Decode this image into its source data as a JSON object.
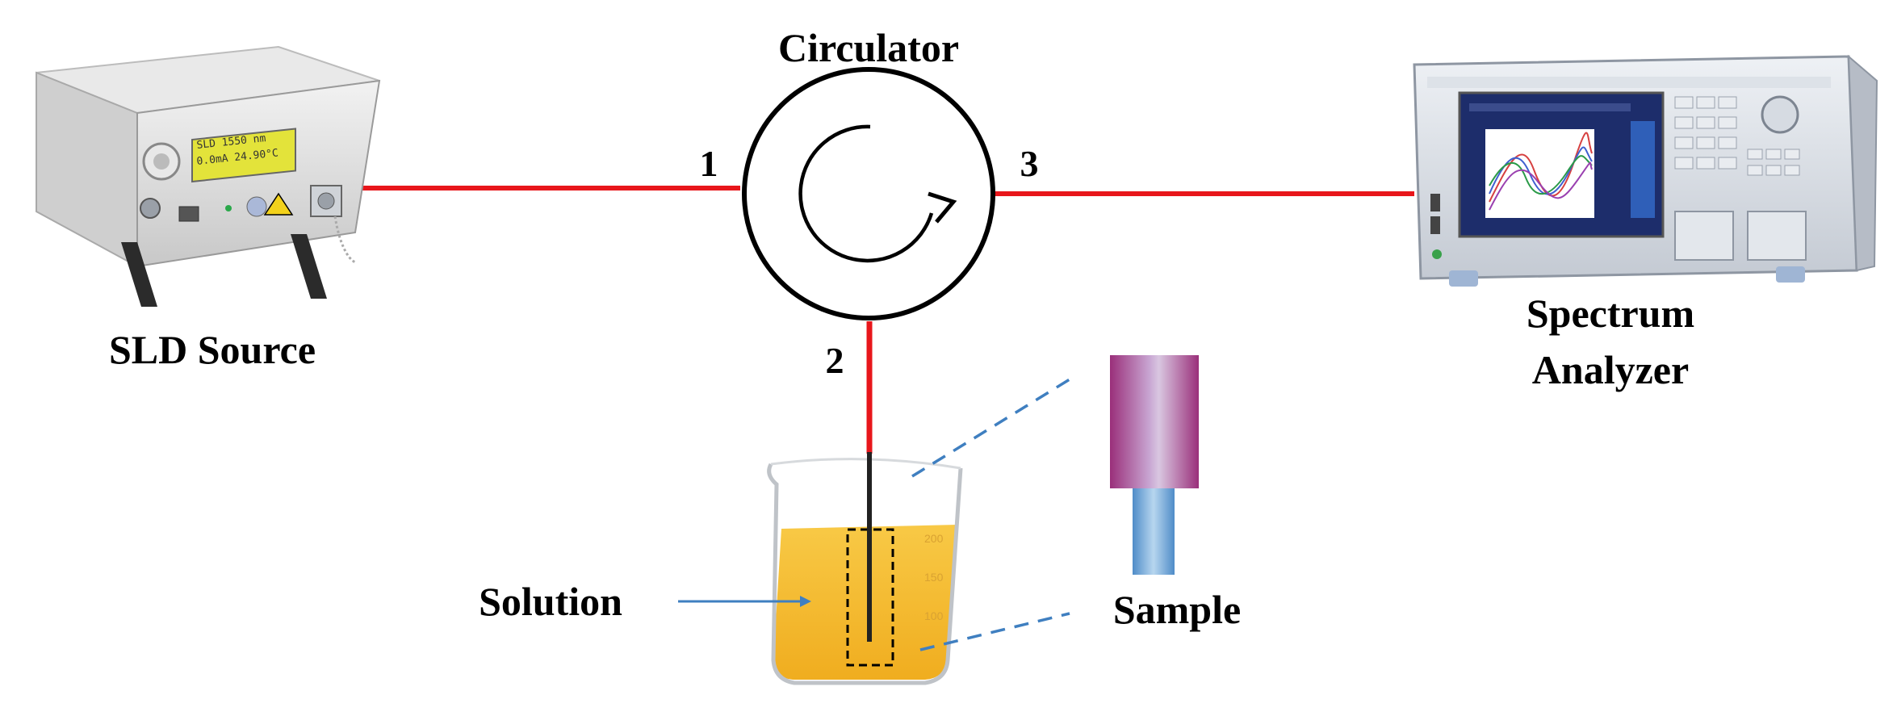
{
  "labels": {
    "circulator": "Circulator",
    "port1": "1",
    "port2": "2",
    "port3": "3",
    "sld_source": "SLD Source",
    "spectrum_line1": "Spectrum",
    "spectrum_line2": "Analyzer",
    "solution": "Solution",
    "sample": "Sample"
  },
  "sld_display": {
    "line1": "SLD 1550 nm",
    "line2": "0.0mA 24.90°C"
  },
  "beaker_marks": [
    "200",
    "150",
    "100"
  ],
  "colors": {
    "fiber": "#e8161b",
    "solution": "#f5b92b",
    "arrow": "#3f7fc0",
    "sample_top": "#a4357f",
    "sample_probe": "#6fa6d8"
  }
}
